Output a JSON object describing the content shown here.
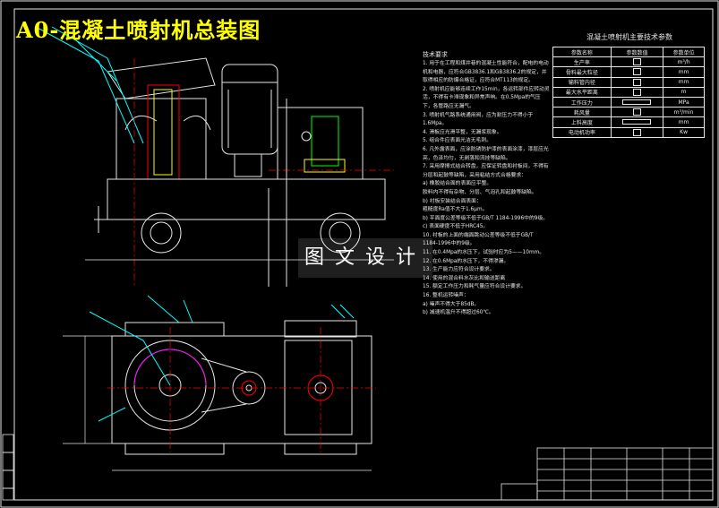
{
  "title": "A0-混凝土喷射机总装图",
  "watermark": "图文设计",
  "notes": {
    "heading": "技术要求",
    "lines": [
      "1. 用于在工程和煤井巷的混凝土性能符合，配电的电动机和电器，应符合GB3836.1和GB3836.2的规定，并取得相应的防爆合格证，应符合MT113的规定。",
      "2. 喷射机应能够连续工作15min，各运转部件应转动灵活，不得有卡滞现象和异常声响。在0.5Mpa的气压下，各管路应无漏气。",
      "3. 喷射机气路系统通用阀，应为耐压力不得小于1.6Mpa。",
      "4. 滑板应光滑平整，无漏浆现象。",
      "5. 组合件应表面光洁无毛刺。",
      "6. 凡外露表面，应涂防锈防护漆的表面涂漆，漆层应光亮，色泽均匀，无剥落和流挂等缺陷。",
      "7. 采用摩擦式结合转盘，应保证转盘和衬板间，不得有分层和起鼓等缺陷，采用粘结方式合格要求：",
      "a) 橡胶结合面的表面应平整。",
      "胶料内不得有杂物、分层、气泡孔和起鼓等缺陷。",
      "b) 衬板安装结合面表面：",
      "粗糙度Ra值不大于1.6μm。",
      "b) 平面度公差等级不低于GB/T 1184-1996中的9级。",
      "c) 表面硬度不低于HRC45。",
      "10. 衬板的上面的端面跳动公差等级不低于GB/T 1184-1996中的9级。",
      "11. 在0.4Mpa的水压下，试验时应为5——10mm。",
      "12. 在0.6Mpa的水压下，不得渗漏。",
      "13. 生产能力应符合设计要求。",
      "14. 使用的混合料水灰比和输送距离",
      "15. 额定工作压力和耗气量应符合设计要求。",
      "16. 整机运转噪声：",
      "a) 噪声不得大于85dB。",
      "b) 减速机温升不得超过60℃。"
    ]
  },
  "spec_table": {
    "title": "混凝土喷射机主要技术参数",
    "headers": [
      "参数名称",
      "参数数值",
      "参数单位"
    ],
    "rows": [
      {
        "name": "生产率",
        "unit": "m³/h"
      },
      {
        "name": "骨料最大粒径",
        "unit": "mm"
      },
      {
        "name": "输料管内径",
        "unit": "mm"
      },
      {
        "name": "最大水平距离",
        "unit": "m"
      },
      {
        "name": "工作压力",
        "unit": "MPa"
      },
      {
        "name": "耗风量",
        "unit": "m³/min"
      },
      {
        "name": "上料高度",
        "unit": "mm"
      },
      {
        "name": "电动机功率",
        "unit": "Kw"
      }
    ]
  },
  "colors": {
    "line": "#e6e6e6",
    "cyan": "#00ffff",
    "red": "#ff0000",
    "green": "#00ff00",
    "yellow": "#ffff00",
    "magenta": "#ff00ff",
    "blue": "#0000ff"
  }
}
